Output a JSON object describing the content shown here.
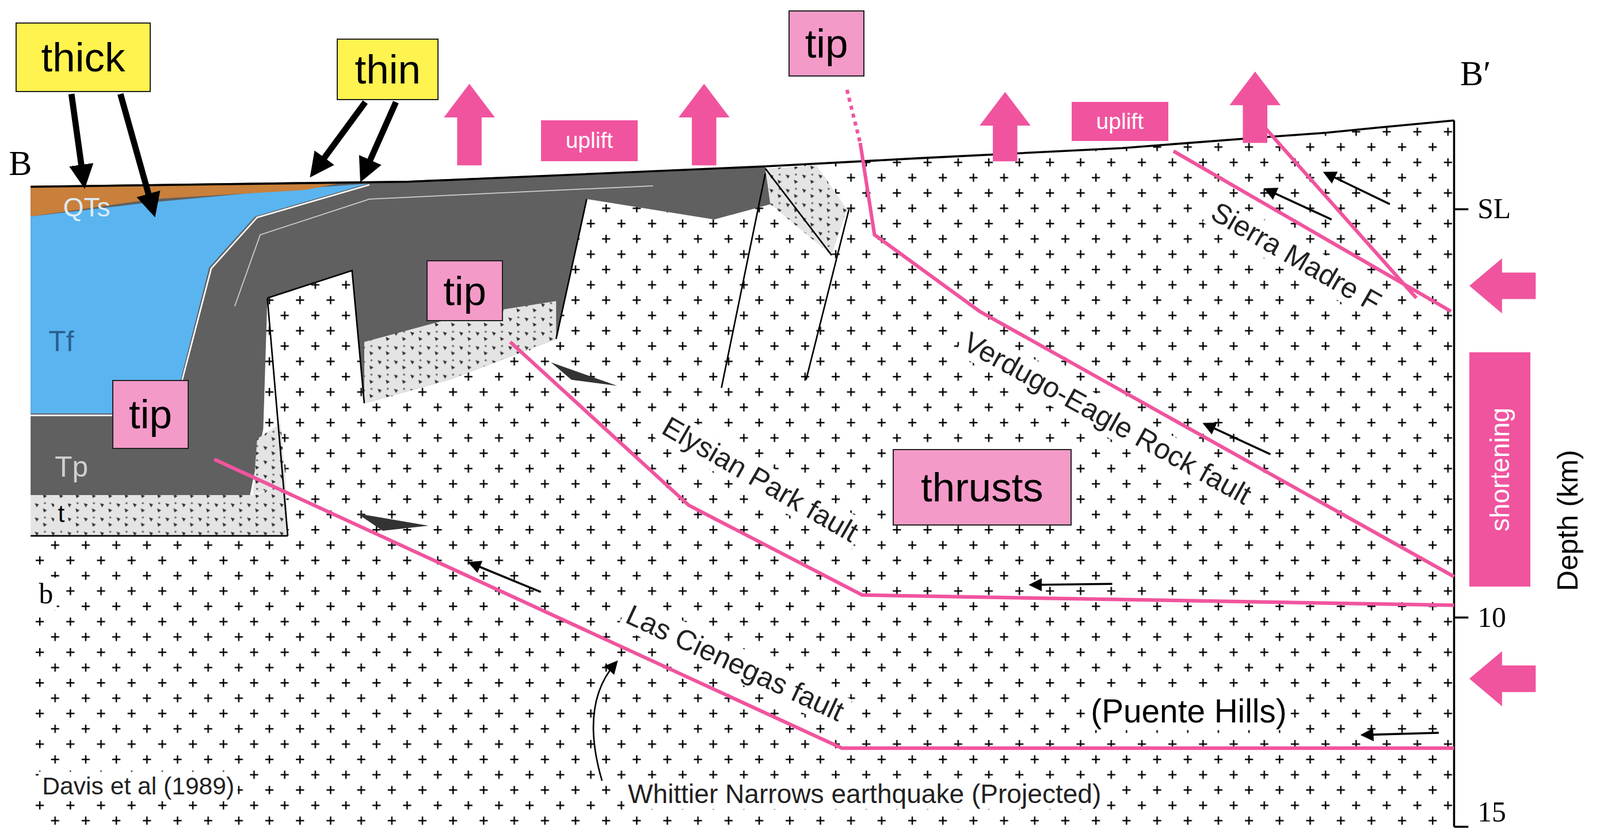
{
  "diagram": {
    "nodes": [
      {
        "text": [
          "thick"
        ]
      },
      {
        "text": [
          "thin"
        ]
      },
      {
        "text": [
          "tip"
        ]
      },
      {
        "text": [
          "uplift"
        ]
      },
      {
        "text": [
          "uplift"
        ]
      },
      {
        "text": [
          "tip"
        ]
      },
      {
        "text": [
          "tip"
        ]
      },
      {
        "text": [
          "thrusts"
        ]
      },
      {
        "text": [
          "shortening"
        ]
      }
    ],
    "labels": [
      "B",
      "B′",
      "SL",
      "10",
      "15",
      "Depth (km)",
      "QTs",
      "Tf",
      "Tp",
      "t",
      "b",
      "Sierra Madre F",
      "Verdugo-Eagle Rock fault",
      "Elysian Park fault",
      "Las Cienegas fault",
      "(Puente Hills)",
      "Davis et al (1989)",
      "Whittier Narrows earthquake (Projected)"
    ]
  }
}
